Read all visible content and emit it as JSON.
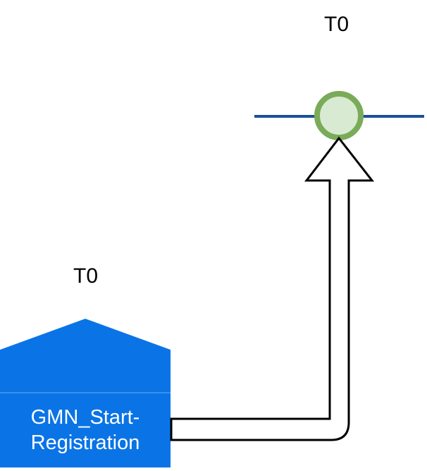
{
  "labels": {
    "top_time": "T0",
    "left_time": "T0"
  },
  "node": {
    "name_line1": "GMN_Start-",
    "name_line2": "Registration"
  },
  "colors": {
    "node_fill": "#0a74e6",
    "node_divider": "#3b8fef",
    "timeline": "#1b4f9a",
    "event_stroke": "#7aab58",
    "event_fill": "#d9ead3",
    "arrow_stroke": "#000000",
    "arrow_fill": "#ffffff"
  }
}
